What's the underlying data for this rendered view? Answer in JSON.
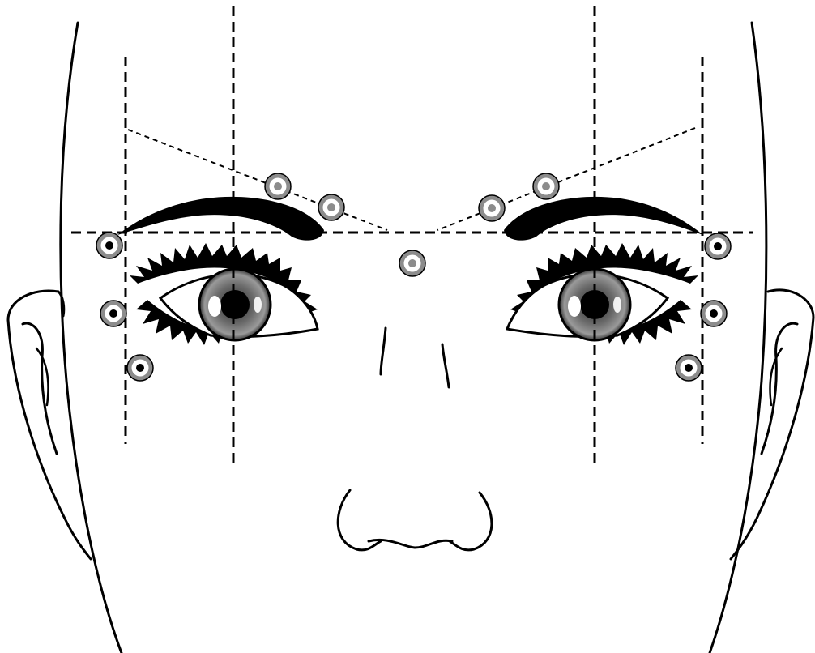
{
  "diagram": {
    "subject": "face-front",
    "labels": [],
    "colors": {
      "ink": "#000000",
      "background": "#ffffff",
      "marker_outer": "#8c8c8c",
      "marker_ring": "#ffffff",
      "marker_core_light": "#8c8c8c",
      "marker_core_dark": "#000000",
      "iris": "#5a5a5a"
    },
    "markers": [
      {
        "id": "brow-left-outer-dot",
        "style": "dark"
      },
      {
        "id": "eye-left-outer-dot",
        "style": "dark"
      },
      {
        "id": "cheek-left-dot",
        "style": "dark"
      },
      {
        "id": "brow-left-arch-dot",
        "style": "light"
      },
      {
        "id": "brow-left-inner-dot",
        "style": "light"
      },
      {
        "id": "glabella-dot",
        "style": "light"
      },
      {
        "id": "brow-right-inner-dot",
        "style": "light"
      },
      {
        "id": "brow-right-arch-dot",
        "style": "light"
      },
      {
        "id": "brow-right-outer-dot",
        "style": "dark"
      },
      {
        "id": "eye-right-outer-dot",
        "style": "dark"
      },
      {
        "id": "cheek-right-dot",
        "style": "dark"
      }
    ]
  }
}
